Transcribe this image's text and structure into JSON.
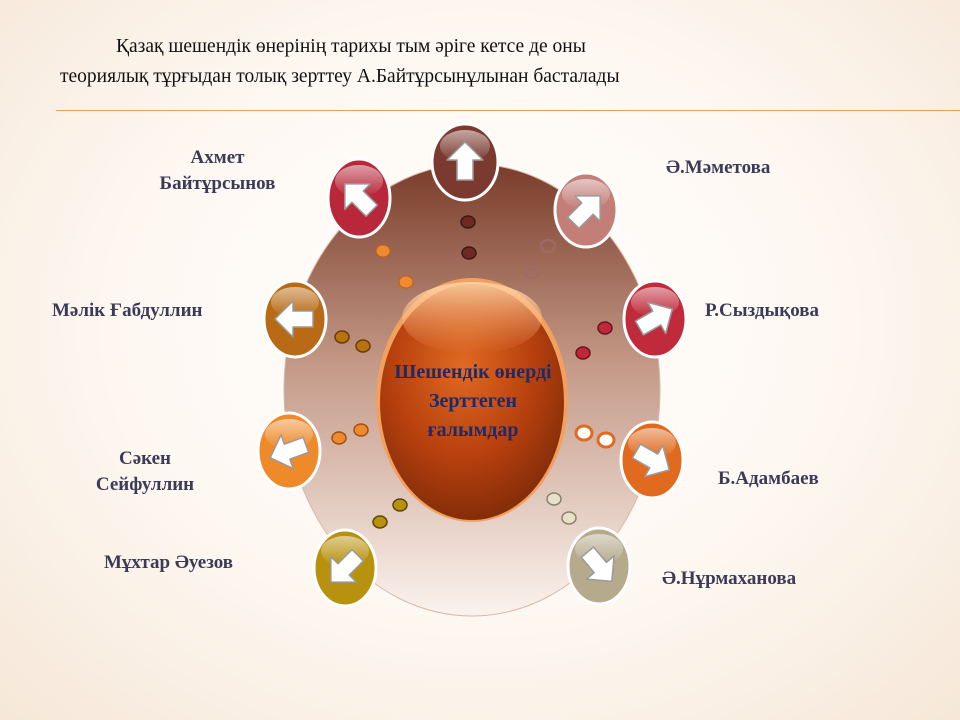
{
  "header": {
    "line1": "Қазақ шешендік өнерінің тарихы тым әріге кетсе де оны",
    "line2": "теориялық тұрғыдан толық зерттеу А.Байтұрсынұлынан басталады"
  },
  "center": {
    "line1": "Шешендік өнерді",
    "line2": "Зерттеген",
    "line3": "ғалымдар"
  },
  "nodes": [
    {
      "id": "top",
      "label": "",
      "color": "#7a3a30"
    },
    {
      "id": "ahmet",
      "label_line1": "Ахмет",
      "label_line2": "Байтұрсынов",
      "color": "#b8283a"
    },
    {
      "id": "mametova",
      "label": "Ә.Мәметова",
      "color": "#c47e78"
    },
    {
      "id": "malik",
      "label": "Мәлік Ғабдуллин",
      "color": "#b86a14"
    },
    {
      "id": "syzdykova",
      "label": "Р.Сыздықова",
      "color": "#c02a3a"
    },
    {
      "id": "saken",
      "label_line1": "Сәкен",
      "label_line2": "Сейфуллин",
      "color": "#ee8a2a"
    },
    {
      "id": "adambaev",
      "label": "Б.Адамбаев",
      "color": "#e06a1e"
    },
    {
      "id": "auezov",
      "label": "Мұхтар Әуезов",
      "color": "#b8920e"
    },
    {
      "id": "nurmahanova",
      "label": "Ә.Нұрмаханова",
      "color": "#b6aa8c"
    }
  ]
}
